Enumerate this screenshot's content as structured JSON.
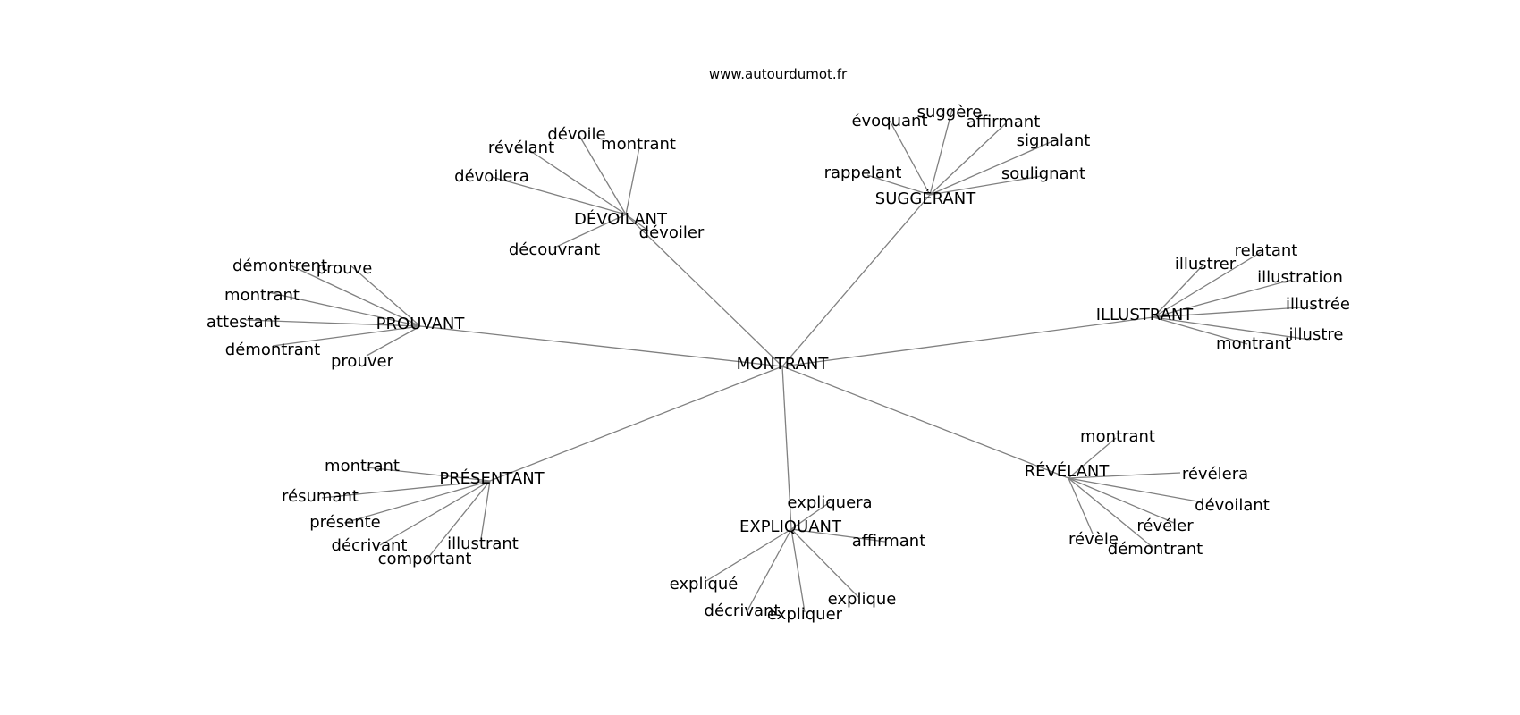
{
  "source_label": "www.autourdumot.fr",
  "edge_color": "#808080",
  "root": "MONTRANT",
  "hubs": [
    {
      "id": "prouvant",
      "label": "PROUVANT",
      "leaves": [
        "démontrent",
        "prouve",
        "montrant",
        "attestant",
        "démontrant",
        "prouver"
      ]
    },
    {
      "id": "devoilant",
      "label": "DÉVOILANT",
      "leaves": [
        "dévoile",
        "révélant",
        "montrant",
        "dévoilera",
        "dévoiler",
        "découvrant"
      ]
    },
    {
      "id": "suggerant",
      "label": "SUGGÉRANT",
      "leaves": [
        "suggère",
        "évoquant",
        "affirmant",
        "signalant",
        "rappelant",
        "soulignant"
      ]
    },
    {
      "id": "illustrant",
      "label": "ILLUSTRANT",
      "leaves": [
        "relatant",
        "illustrer",
        "illustration",
        "illustrée",
        "illustre",
        "montrant"
      ]
    },
    {
      "id": "presentant",
      "label": "PRÉSENTANT",
      "leaves": [
        "montrant",
        "résumant",
        "présente",
        "décrivant",
        "illustrant",
        "comportant"
      ]
    },
    {
      "id": "expliquant",
      "label": "EXPLIQUANT",
      "leaves": [
        "expliquera",
        "affirmant",
        "expliqué",
        "explique",
        "décrivant",
        "expliquer"
      ]
    },
    {
      "id": "revelant",
      "label": "RÉVÉLANT",
      "leaves": [
        "montrant",
        "révélera",
        "dévoilant",
        "révéler",
        "révèle",
        "démontrant"
      ]
    }
  ]
}
